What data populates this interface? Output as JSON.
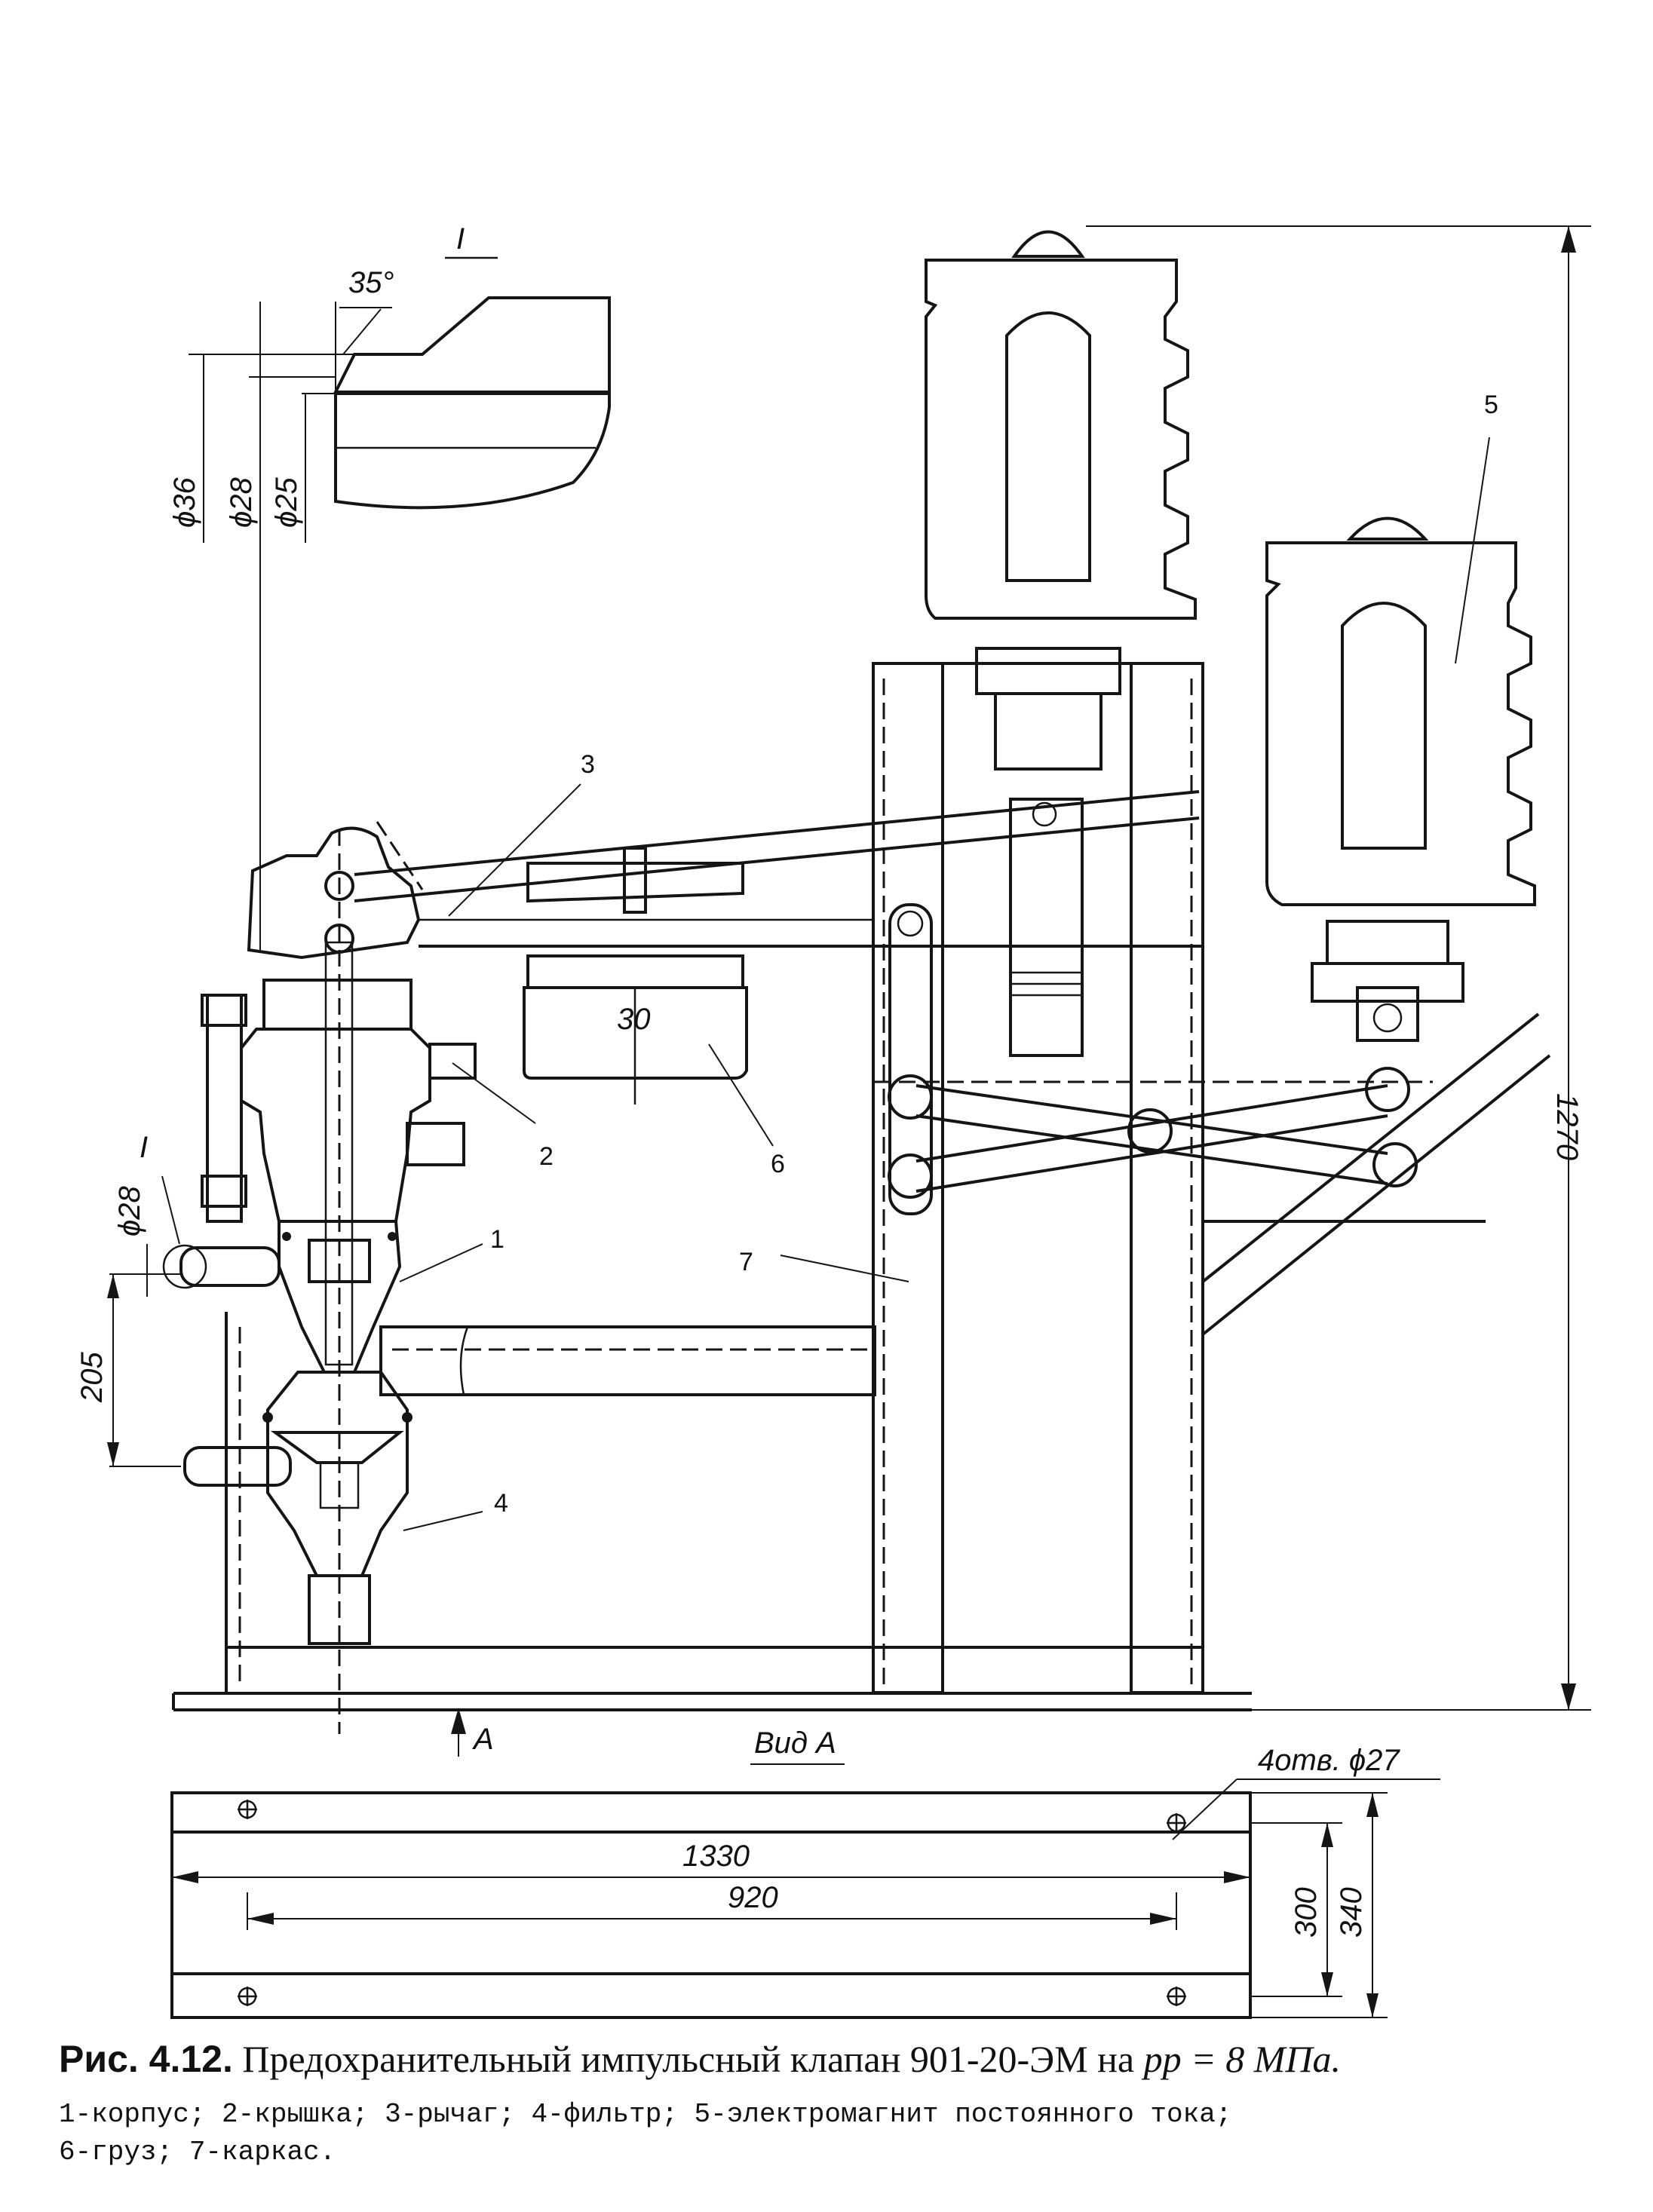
{
  "figure": {
    "detail_mark": "I",
    "detail_view": {
      "angle": "35°",
      "d1": "ϕ36",
      "d2": "ϕ28",
      "d3": "ϕ25"
    },
    "part_numbers": [
      "1",
      "2",
      "3",
      "4",
      "5",
      "6",
      "7"
    ],
    "dimensions": {
      "height": "1270",
      "pipe_dia": "ϕ28",
      "pipe_spacing": "205",
      "weight_label": "30",
      "view_arrow": "A",
      "view_title": "Вид A",
      "holes": "4отв. ϕ27",
      "base_length": "1330",
      "hole_spacing": "920",
      "inner_width": "300",
      "outer_width": "340"
    }
  },
  "caption": {
    "fig_number": "Рис. 4.12.",
    "title": "Предохранительный импульсный клапан 901-20-ЭМ на",
    "formula": "pр = 8 МПа.",
    "legend_line1": "1-корпус; 2-крышка; 3-рычаг; 4-фильтр; 5-электромагнит постоянного тока;",
    "legend_line2": "6-груз; 7-каркас."
  }
}
